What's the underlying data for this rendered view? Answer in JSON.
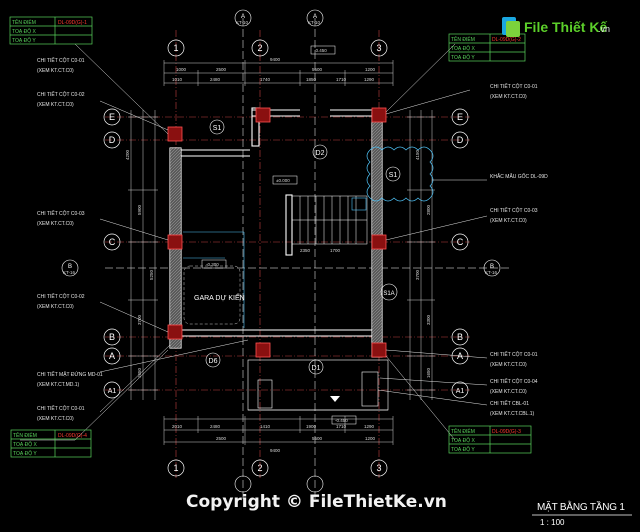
{
  "logo": {
    "text": "File Thiết Kế",
    "suffix": ".vn"
  },
  "copyright": "Copyright © FileThietKe.vn",
  "drawing": {
    "title": "MẶT BẰNG TẦNG 1",
    "scale": "1 : 100"
  },
  "tables": [
    {
      "rows": [
        [
          "TÊN ĐIỂM",
          "DL-09D(G)-1"
        ],
        [
          "TOẠ ĐỘ X",
          ""
        ],
        [
          "TOẠ ĐỘ Y",
          ""
        ]
      ]
    },
    {
      "rows": [
        [
          "TÊN ĐIỂM",
          "DL-09D(G)-2"
        ],
        [
          "TOẠ ĐỘ X",
          ""
        ],
        [
          "TOẠ ĐỘ Y",
          ""
        ]
      ]
    },
    {
      "rows": [
        [
          "TÊN ĐIỂM",
          "DL-09D(G)-4"
        ],
        [
          "TOẠ ĐỘ X",
          ""
        ],
        [
          "TOẠ ĐỘ Y",
          ""
        ]
      ]
    },
    {
      "rows": [
        [
          "TÊN ĐIỂM",
          "DL-09D(G)-3"
        ],
        [
          "TOẠ ĐỘ X",
          ""
        ],
        [
          "TOẠ ĐỘ Y",
          ""
        ]
      ]
    }
  ],
  "grid_top": [
    "1",
    "2",
    "3"
  ],
  "grid_side": [
    "E",
    "D",
    "C",
    "B",
    "A",
    "A1"
  ],
  "sections": [
    "A",
    "A",
    "B",
    "B"
  ],
  "section_codes": [
    "KT-10",
    "KT-10",
    "KT-16",
    "KT-16"
  ],
  "notes_left": [
    [
      "CHI TIẾT CỘT C0-01",
      "(XEM KT.CT.C0)"
    ],
    [
      "CHI TIẾT CỘT C0-02",
      "(XEM KT.CT.C0)"
    ],
    [
      "CHI TIẾT CỘT C0-03",
      "(XEM KT.CT.C0)"
    ],
    [
      "CHI TIẾT CỘT C0-02",
      "(XEM KT.CT.C0)"
    ],
    [
      "CHI TIẾT MẶT ĐỨNG MD-01",
      "(XEM KT.CT.MD.1)"
    ],
    [
      "CHI TIẾT CỘT C0-01",
      "(XEM KT.CT.C0)"
    ]
  ],
  "notes_right": [
    [
      "CHI TIẾT CỘT C0-01",
      "(XEM KT.CT.C0)"
    ],
    [
      "KHẮC MẪU GỐC DL-09D",
      ""
    ],
    [
      "CHI TIẾT CỘT C0-03",
      "(XEM KT.CT.C0)"
    ],
    [
      "CHI TIẾT CỘT C0-01",
      "(XEM KT.CT.C0)"
    ],
    [
      "CHI TIẾT CỘT C0-04",
      "(XEM KT.CT.C0)"
    ],
    [
      "CHI TIẾT CBL-01",
      "(XEM KT.CT.CBL.1)"
    ]
  ],
  "room_tags": [
    "S1",
    "D2",
    "S1",
    "S1A",
    "D1",
    "D6"
  ],
  "garage_label": "GARA DỰ KIẾN",
  "levels": [
    "±0.000",
    "-0.300",
    "-0.450",
    "-0.450"
  ],
  "dims_top_total": "9400",
  "dims_top_mid": [
    "1000",
    "2500",
    "5500",
    "1200"
  ],
  "dims_top_small": [
    "1010",
    "2480",
    "1740",
    "1850",
    "1710",
    "1290"
  ],
  "dims_bottom_total": "9400",
  "dims_bottom_mid": [
    "2500",
    "5500",
    "1200"
  ],
  "dims_bottom_small": [
    "2010",
    "2480",
    "1410",
    "1900",
    "1710",
    "1290"
  ],
  "dims_left": [
    "4200",
    "5900",
    "5250",
    "3700",
    "1650"
  ],
  "dims_right": [
    "4150",
    "2800",
    "3700",
    "3300",
    "1650"
  ],
  "stair_dims": [
    "2350",
    "1700"
  ]
}
